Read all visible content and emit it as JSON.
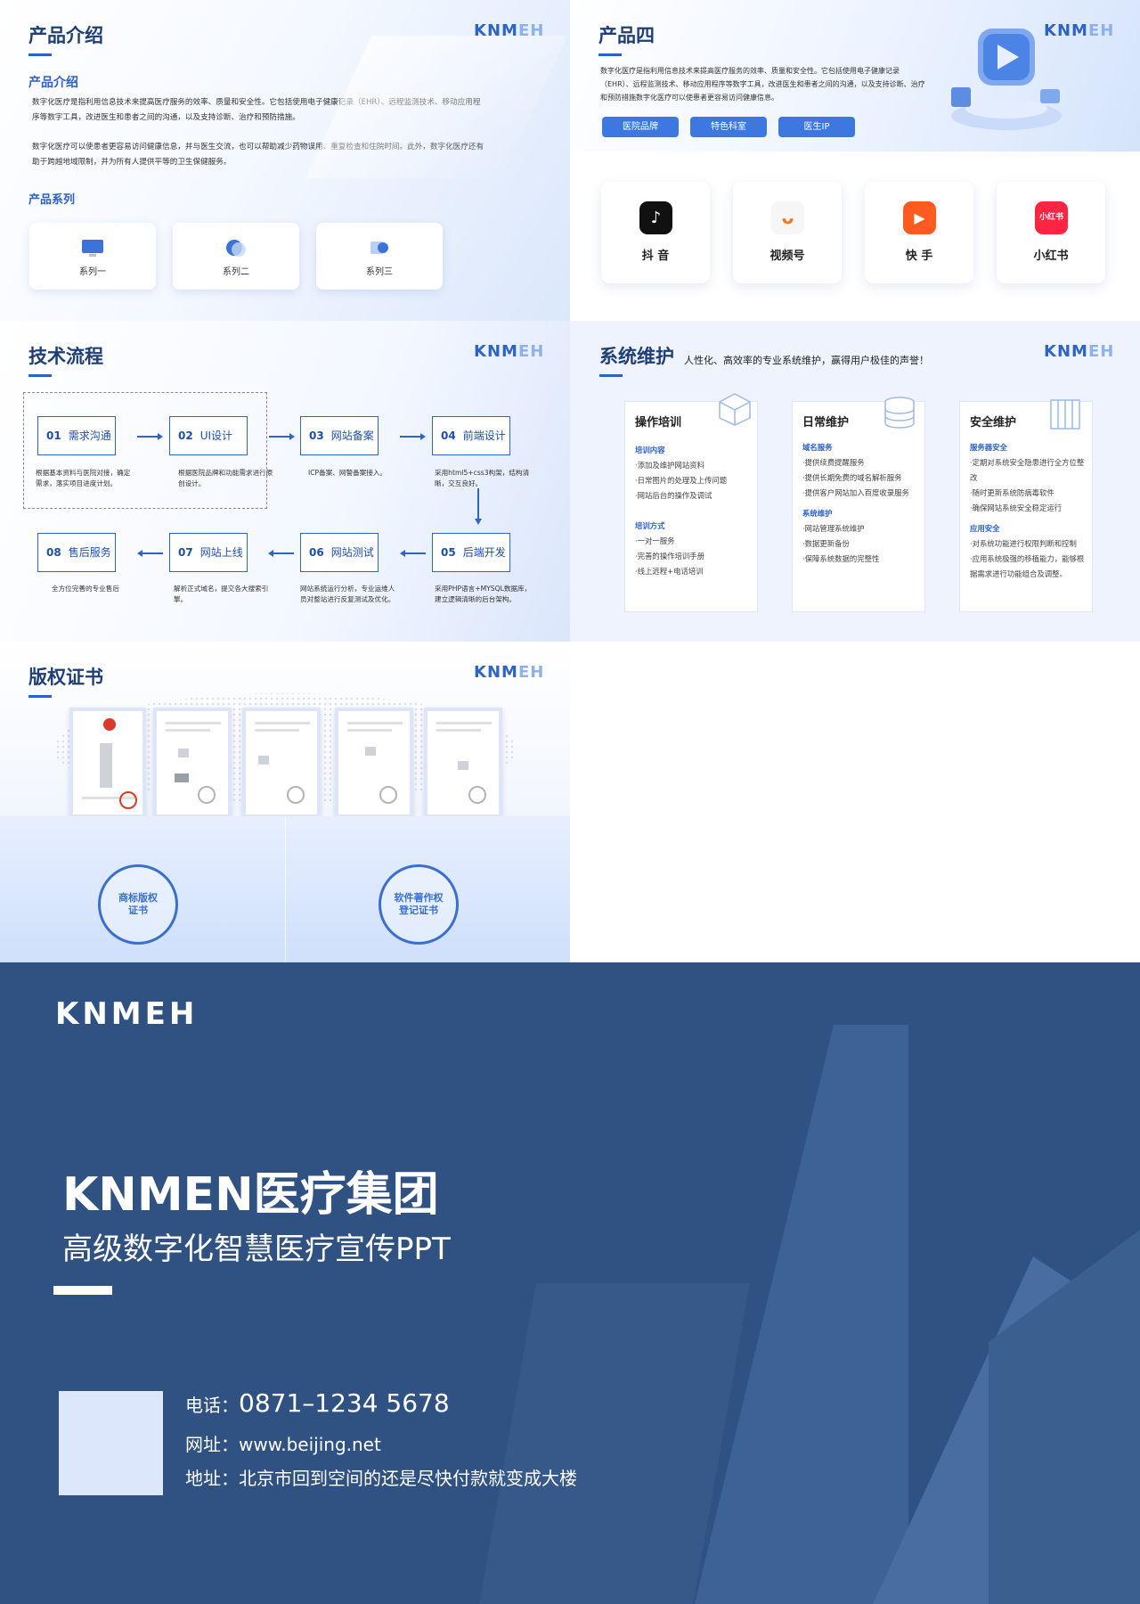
{
  "logo": {
    "a": "KNM",
    "b": "EH"
  },
  "s1": {
    "title": "产品介绍",
    "sub": "产品介绍",
    "p1": "数字化医疗是指利用信息技术来提高医疗服务的效率、质量和安全性。它包括使用电子健康记录（EHR）、远程监测技术、移动应用程序等数字工具，改进医生和患者之间的沟通，以及支持诊断、治疗和预防措施。",
    "p2": "数字化医疗可以使患者更容易访问健康信息，并与医生交流，也可以帮助减少药物误用、重复检查和住院时间。此外，数字化医疗还有助于跨越地域限制，并为所有人提供平等的卫生保健服务。",
    "series_label": "产品系列",
    "series": [
      "系列一",
      "系列二",
      "系列三"
    ]
  },
  "s2": {
    "title": "产品四",
    "p": "数字化医疗是指利用信息技术来提高医疗服务的效率、质量和安全性。它包括使用电子健康记录（EHR）、远程监测技术、移动应用程序等数字工具，改进医生和患者之间的沟通，以及支持诊断、治疗和预防措施数字化医疗可以使患者更容易访问健康信息。",
    "tags": [
      "医院品牌",
      "特色科室",
      "医生IP"
    ],
    "platforms": [
      {
        "name": "抖 音",
        "icon": "tiktok-icon",
        "color": "#111111",
        "glyph": "♪"
      },
      {
        "name": "视频号",
        "icon": "channels-icon",
        "color": "#f5f5f5",
        "glyph": "ᴗ"
      },
      {
        "name": "快 手",
        "icon": "kuaishou-icon",
        "color": "#ff5a1f",
        "glyph": "▶"
      },
      {
        "name": "小红书",
        "icon": "xiaohongshu-icon",
        "color": "#ff2442",
        "glyph": "小红书"
      }
    ]
  },
  "s3": {
    "title": "技术流程",
    "steps": [
      {
        "n": "01",
        "t": "需求沟通",
        "d": "根据基本资料与医院对接，确定需求，落实项目进度计划。"
      },
      {
        "n": "02",
        "t": "UI设计",
        "d": "根据医院品牌和功能需求进行原创设计。"
      },
      {
        "n": "03",
        "t": "网站备案",
        "d": "ICP备案、网警备案接入。"
      },
      {
        "n": "04",
        "t": "前端设计",
        "d": "采用html5+css3构架，结构清晰，交互良好。"
      },
      {
        "n": "05",
        "t": "后端开发",
        "d": "采用PHP语言+MYSQL数据库，建立逻辑清晰的后台架构。"
      },
      {
        "n": "06",
        "t": "网站测试",
        "d": "网站系统运行分析，专业运维人员对整站进行反复测试及优化。"
      },
      {
        "n": "07",
        "t": "网站上线",
        "d": "解析正式域名，提交各大搜索引擎。"
      },
      {
        "n": "08",
        "t": "售后服务",
        "d": "全方位完善的专业售后"
      }
    ]
  },
  "s4": {
    "title": "系统维护",
    "slogan": "人性化、高效率的专业系统维护，赢得用户极佳的声誉！",
    "cols": [
      {
        "h": "操作培训",
        "icon": "cube-icon",
        "groups": [
          {
            "h": "培训内容",
            "items": [
              "·添加及维护网站资料",
              "·日常图片的处理及上传问题",
              "·网站后台的操作及调试"
            ]
          },
          {
            "h": "培训方式",
            "items": [
              "·一对一服务",
              "·完善的操作培训手册",
              "·线上远程+电话培训"
            ]
          }
        ]
      },
      {
        "h": "日常维护",
        "icon": "database-icon",
        "groups": [
          {
            "h": "域名服务",
            "items": [
              "·提供续费提醒服务",
              "·提供长期免费的域名解析服务",
              "·提供客户网站加入百度收录服务"
            ]
          },
          {
            "h": "系统维护",
            "items": [
              "·网站管理系统维护",
              "·数据更新备份",
              "·保障系统数据的完整性"
            ]
          }
        ]
      },
      {
        "h": "安全维护",
        "icon": "server-rack-icon",
        "groups": [
          {
            "h": "服务器安全",
            "items": [
              "·定期对系统安全隐患进行全方位整改",
              "·随时更新系统防病毒软件",
              "·确保网站系统安全稳定运行"
            ]
          },
          {
            "h": "应用安全",
            "items": [
              "·对系统功能进行权限判断和控制",
              "·应用系统极强的移植能力，能够根据需求进行功能组合及调整。"
            ]
          }
        ]
      }
    ]
  },
  "s5": {
    "title": "版权证书",
    "badges": [
      "商标版权\n证书",
      "软件著作权\n登记证书"
    ]
  },
  "s6": {
    "brand": "KNMEH",
    "title": "KNMEN医疗集团",
    "subtitle": "高级数字化智慧医疗宣传PPT",
    "phone_label": "电话：",
    "phone": "0871–1234  5678",
    "web_label": "网址：",
    "web": "www.beijing.net",
    "addr_label": "地址：",
    "addr": "北京市回到空间的还是尽快付款就变成大楼"
  }
}
